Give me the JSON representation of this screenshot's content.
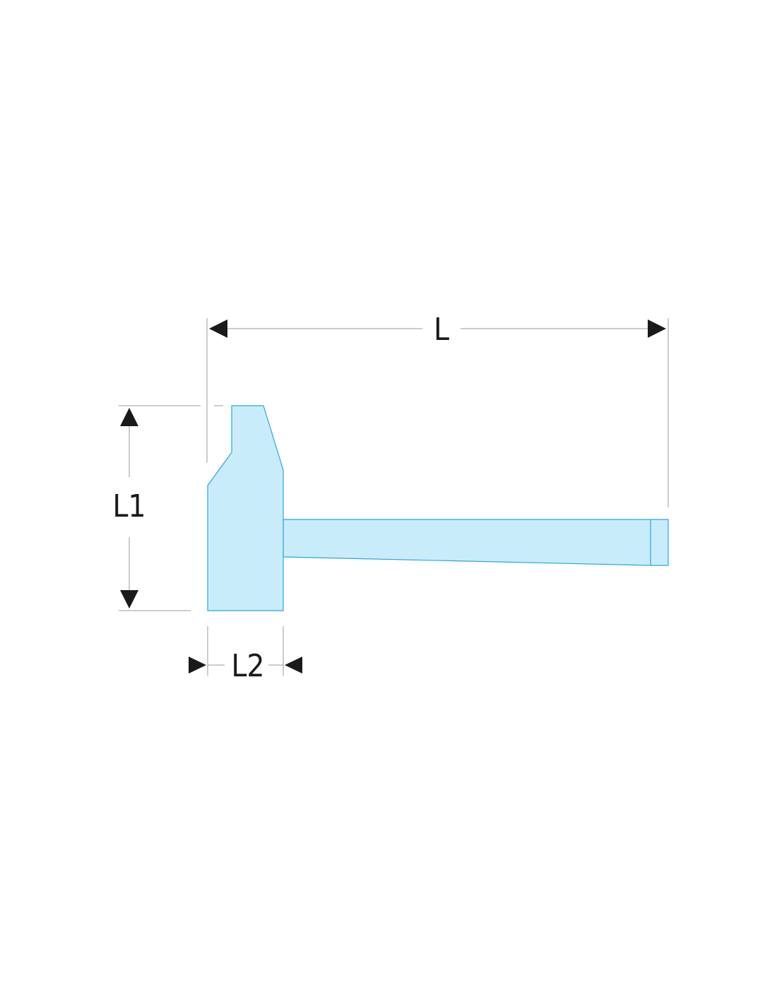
{
  "diagram": {
    "dimensions": {
      "overall_length": "L",
      "head_height": "L1",
      "head_width": "L2"
    },
    "colors": {
      "fill": "#c9ecfb",
      "outline": "#2aa7de",
      "dimension_line": "#9a9a9a",
      "arrow": "#1a1a1a",
      "text": "#1a1a1a"
    }
  }
}
